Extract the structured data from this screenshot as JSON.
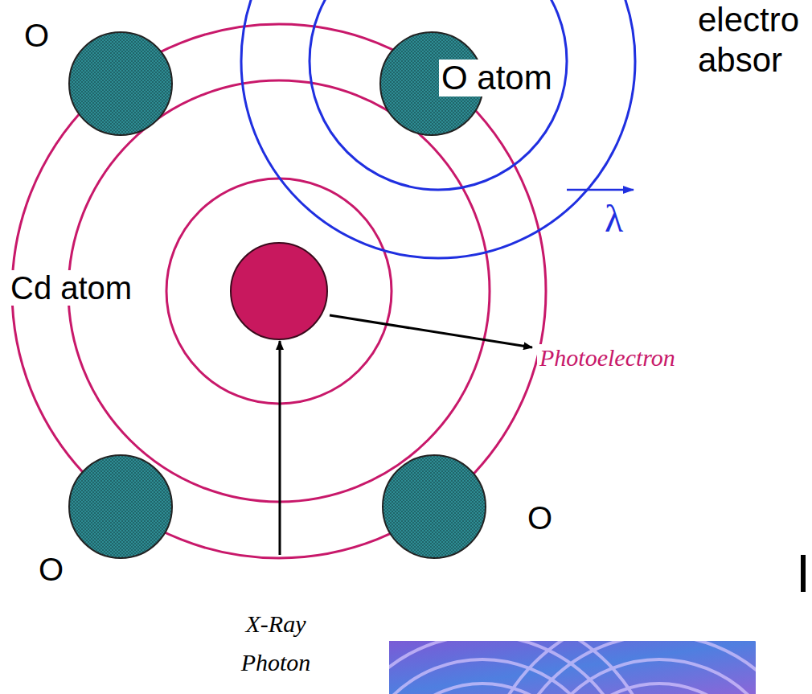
{
  "diagram": {
    "labels": [
      "electro",
      "absor",
      "O atom",
      "λ",
      "O",
      "Cd atom",
      "Photoelectron",
      "O",
      "O",
      "X-Ray Photon"
    ]
  }
}
